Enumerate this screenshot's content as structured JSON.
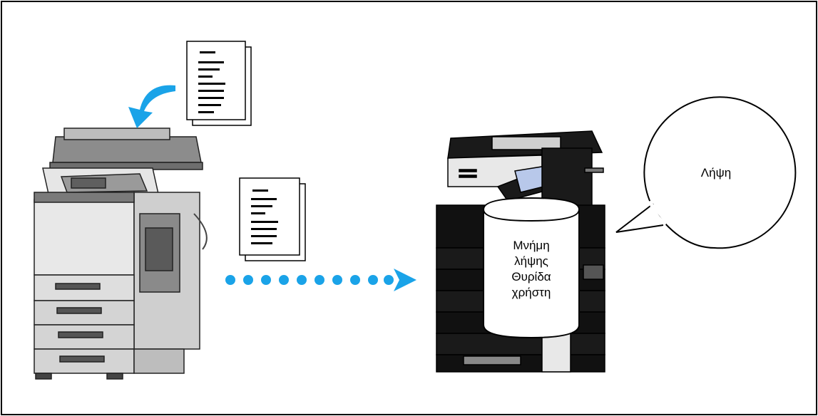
{
  "memory_label": [
    "Μνήμη",
    "λήψης",
    "Θυρίδα",
    "χρήστη"
  ],
  "speech_label": "Λήψη",
  "colors": {
    "arrow": "#1aa3e8",
    "device_light": "#d9d9d9",
    "device_dark": "#1a1a1a",
    "frame": "#000000"
  },
  "icons": {
    "sending_device": "mfp-printer-icon",
    "receiving_device": "mfp-printer-icon",
    "document": "document-icon",
    "transfer": "dotted-arrow-icon",
    "feed": "curved-arrow-icon"
  }
}
